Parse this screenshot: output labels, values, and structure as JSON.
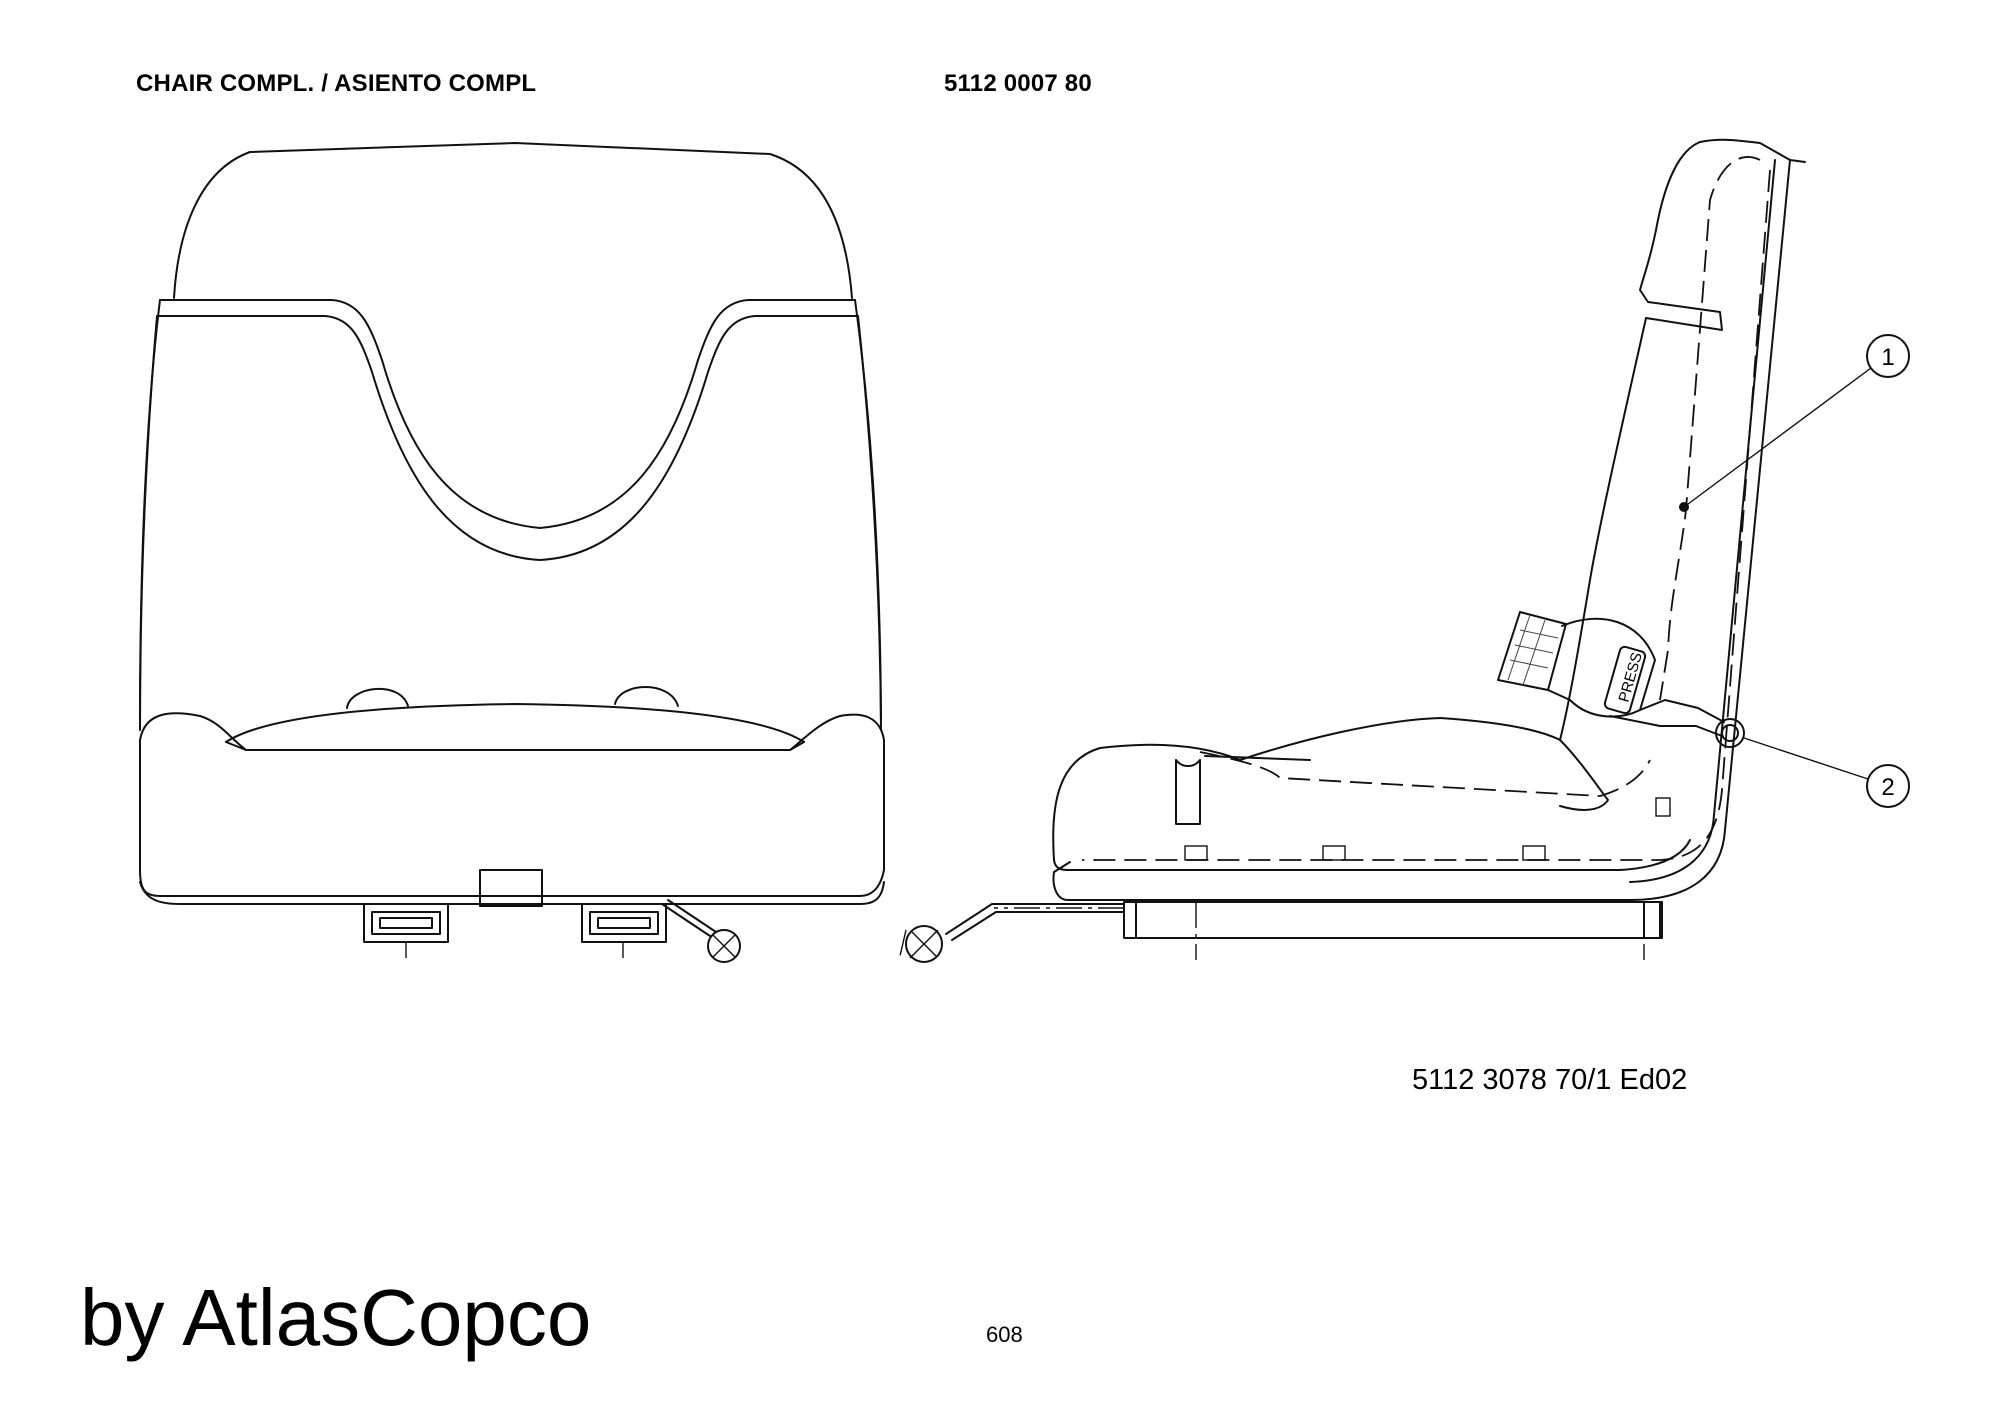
{
  "header": {
    "title": "CHAIR COMPL. / ASIENTO COMPL",
    "part_number": "5112 0007 80"
  },
  "callouts": [
    {
      "label": "1"
    },
    {
      "label": "2"
    }
  ],
  "buckle_label": "PRESS",
  "footer": {
    "document_ref": "5112 3078 70/1  Ed02",
    "brand": "by AtlasCopco",
    "page_number": "608"
  }
}
